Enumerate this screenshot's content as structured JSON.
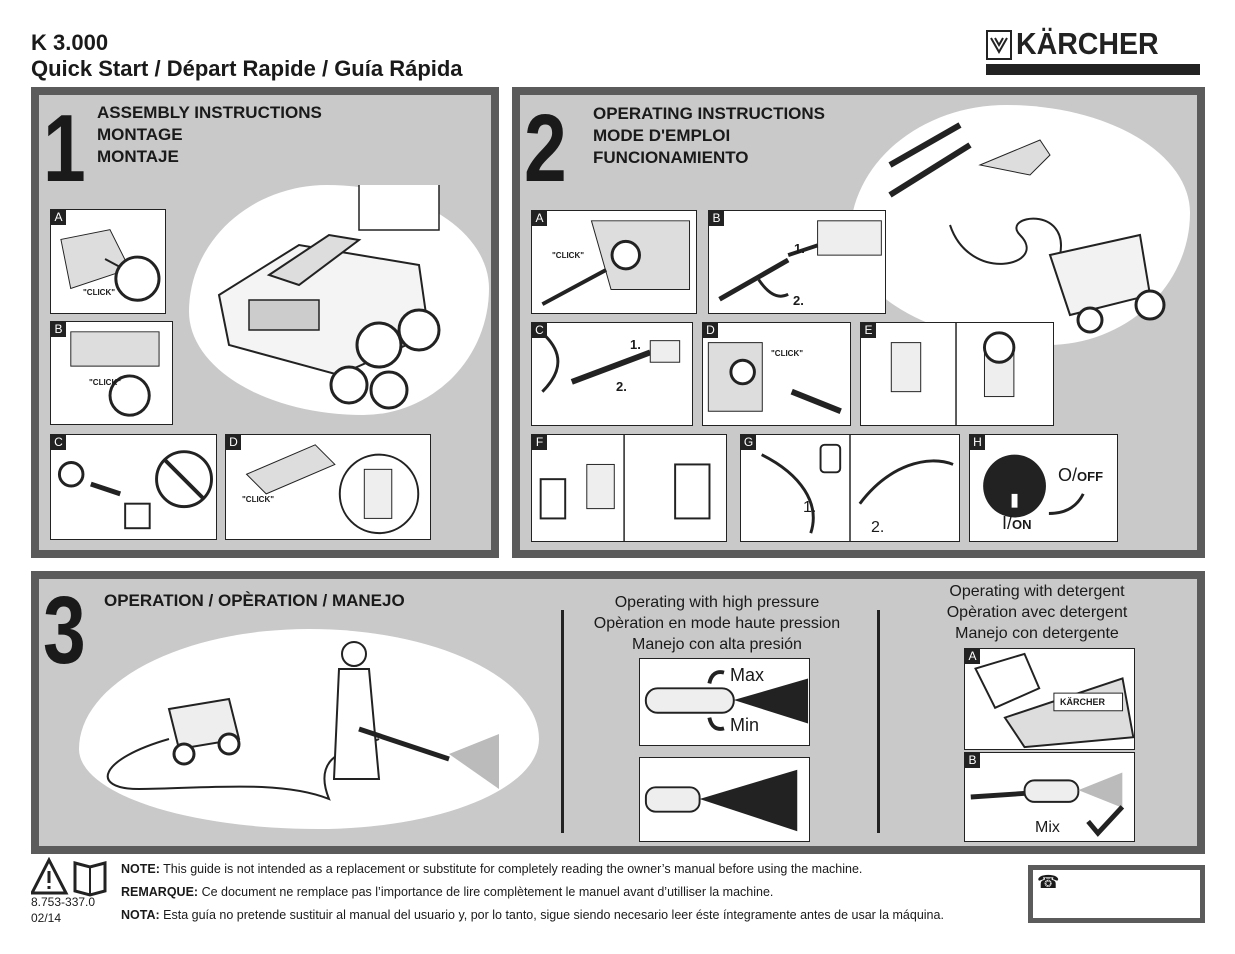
{
  "header": {
    "model": "K 3.000",
    "subtitle": "Quick Start / Départ Rapide / Guía Rápida",
    "logo_text": "KÄRCHER"
  },
  "section1": {
    "number": "1",
    "heading": [
      "ASSEMBLY INSTRUCTIONS",
      "MONTAGE",
      "MONTAJE"
    ],
    "steps": [
      "A",
      "B",
      "C",
      "D"
    ],
    "click_label": "\"CLICK\""
  },
  "section2": {
    "number": "2",
    "heading": [
      "OPERATING INSTRUCTIONS",
      "MODE D'EMPLOI",
      "FUNCIONAMIENTO"
    ],
    "steps": [
      "A",
      "B",
      "C",
      "D",
      "E",
      "F",
      "G",
      "H"
    ],
    "click_label": "\"CLICK\"",
    "step_markers": [
      "1.",
      "2."
    ],
    "switch_off": "OFF",
    "switch_on": "ON",
    "switch_off_symbol": "O/",
    "switch_on_symbol": "I/"
  },
  "section3": {
    "number": "3",
    "heading": "OPERATION / OPÈRATION / MANEJO",
    "high_pressure": [
      "Operating with high pressure",
      "Opèration en mode haute pression",
      "Manejo con alta presión"
    ],
    "detergent": [
      "Operating with detergent",
      "Opèration avec detergent",
      "Manejo con detergente"
    ],
    "max_label": "Max",
    "min_label": "Min",
    "mix_label": "Mix",
    "steps": [
      "A",
      "B"
    ],
    "logo_text": "KÄRCHER"
  },
  "footer": {
    "part_number": "8.753-337.0",
    "date": "02/14",
    "notes": [
      {
        "label": "NOTE:",
        "text": " This guide is not intended as a replacement or substitute for completely reading the owner’s manual before using the machine."
      },
      {
        "label": "REMARQUE:",
        "text": " Ce document ne remplace pas l’importance de lire complètement le manuel avant d’utilliser la machine."
      },
      {
        "label": "NOTA:",
        "text": " Esta guía no pretende sustituir al manual del usuario y, por lo tanto, sigue siendo necesario leer éste íntegramente antes de usar la máquina."
      }
    ]
  },
  "icons": [
    "warning-triangle-icon",
    "manual-book-icon",
    "telephone-icon",
    "checkmark-icon",
    "rotate-arrow-icon"
  ]
}
